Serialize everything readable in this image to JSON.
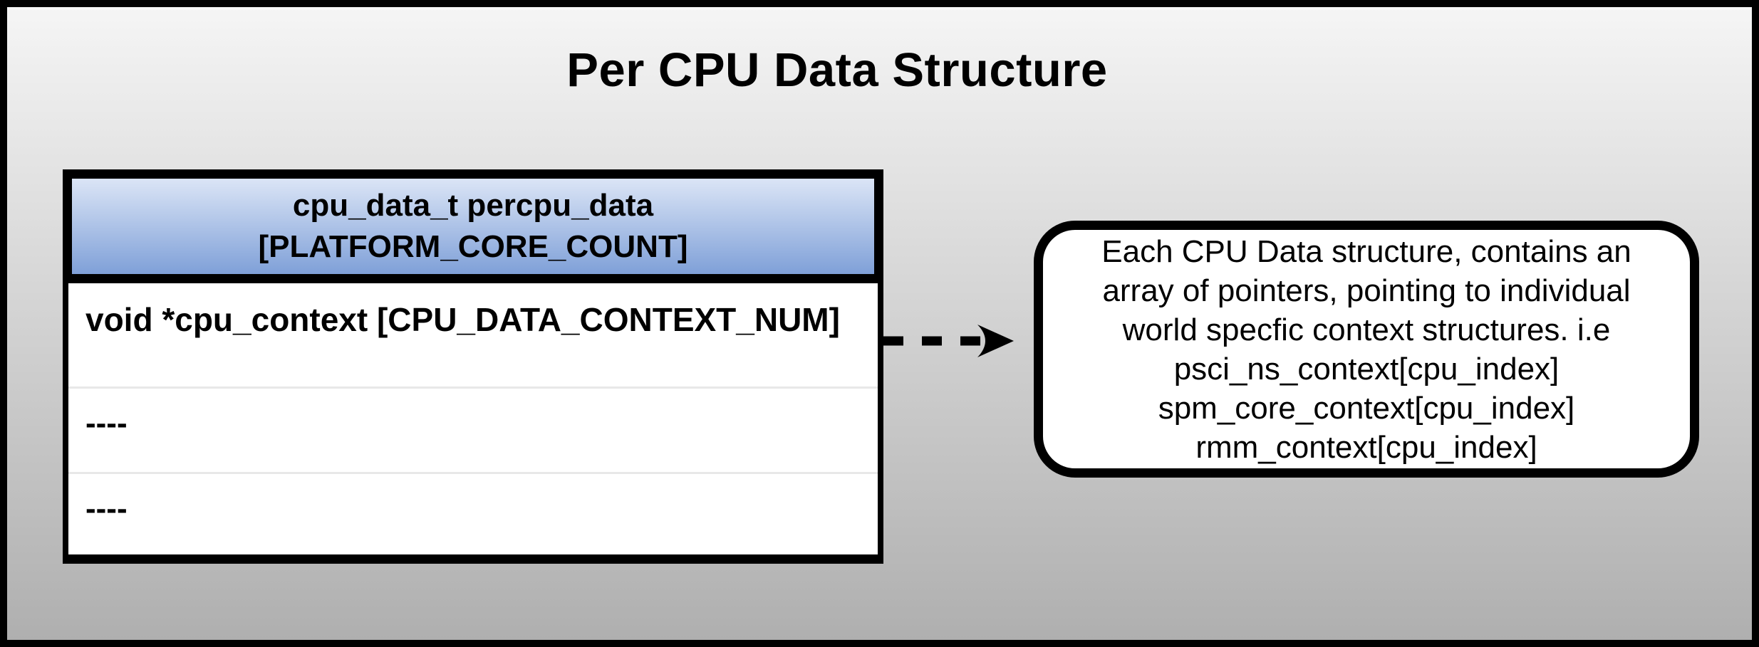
{
  "title": "Per CPU Data Structure",
  "colors": {
    "background_top": "#f5f5f5",
    "background_bottom": "#afafaf",
    "header_blue_top": "#dbe5f6",
    "header_blue_bottom": "#7fa0d8",
    "border_color": "#000000",
    "row_divider": "#e8e8e8",
    "text_color": "#000000"
  },
  "table": {
    "header": "cpu_data_t percpu_data\n[PLATFORM_CORE_COUNT]",
    "rows": [
      {
        "text": "void *cpu_context [CPU_DATA_CONTEXT_NUM]"
      },
      {
        "text": "----"
      },
      {
        "text": "----"
      }
    ]
  },
  "icons": {
    "connector": "dashed-right-arrow"
  },
  "callout": {
    "text": "Each CPU Data structure, contains an\narray of pointers, pointing to individual\nworld specfic context structures. i.e\npsci_ns_context[cpu_index]\nspm_core_context[cpu_index]\nrmm_context[cpu_index]"
  }
}
